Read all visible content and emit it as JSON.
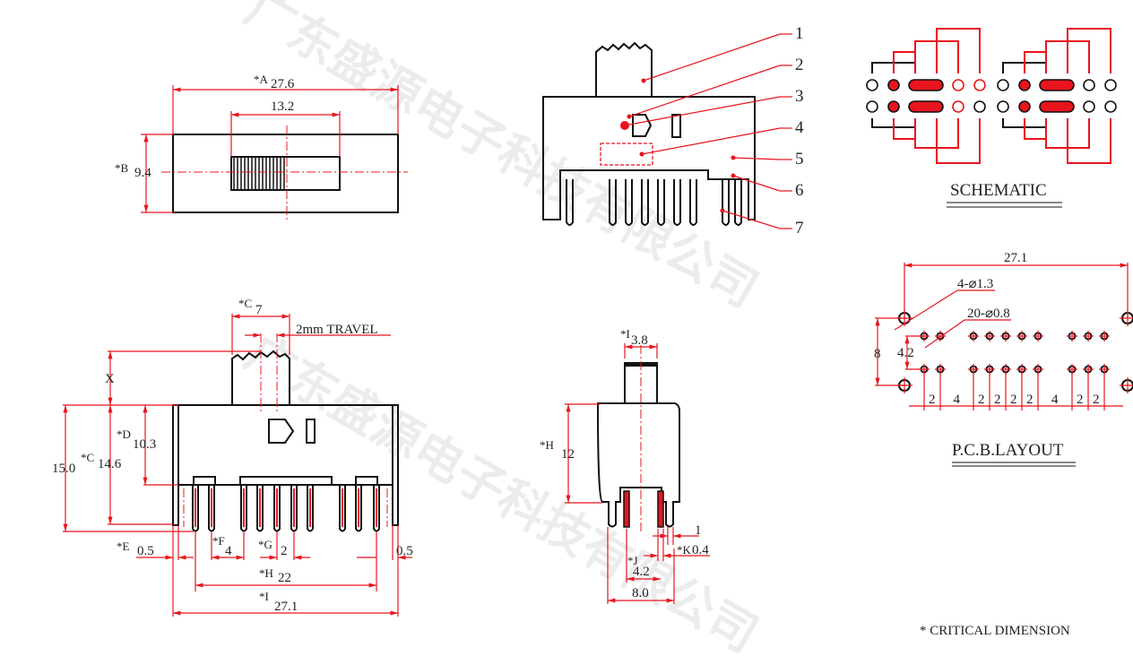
{
  "watermark": "广东盛源电子科技有限公司",
  "colors": {
    "dimension": "#e8141e",
    "outline": "#111111"
  },
  "top_view": {
    "a_label": "*A",
    "a_value": "27.6",
    "slider_width": "13.2",
    "b_label": "*B",
    "b_value": "9.4"
  },
  "front_view_callouts": [
    "1",
    "2",
    "3",
    "4",
    "5",
    "6",
    "7"
  ],
  "schematic": {
    "title": "SCHEMATIC"
  },
  "pcb_layout": {
    "title": "P.C.B.LAYOUT",
    "width": "27.1",
    "large_holes": "4-⌀1.3",
    "small_holes": "20-⌀0.8",
    "height_outer": "8",
    "height_inner": "4.2",
    "pitches": [
      "2",
      "4",
      "2",
      "2",
      "2",
      "2",
      "4",
      "2",
      "2"
    ]
  },
  "main_view": {
    "c7_label": "*C",
    "c7_value": "7",
    "travel": "2mm  TRAVEL",
    "x_label": "X",
    "d_label": "*D",
    "d_value": "10.3",
    "c_label": "*C",
    "c_value": "14.6",
    "total_height": "15.0",
    "e_label": "*E",
    "e_value": "0.5",
    "f_label": "*F",
    "f_value": "4",
    "g_label": "*G",
    "g_value": "2",
    "right_gap": "0.5",
    "h_label": "*H",
    "h_value": "22",
    "i_label": "*I",
    "i_value": "27.1"
  },
  "side_view": {
    "i_label": "*I",
    "i_value": "3.8",
    "h_label": "*H",
    "h_value": "12",
    "one": "1",
    "k_label": "*K",
    "k_value": "0.4",
    "j_label": "*J",
    "j_value": "4.2",
    "width": "8.0"
  },
  "note": "* CRITICAL  DIMENSION"
}
